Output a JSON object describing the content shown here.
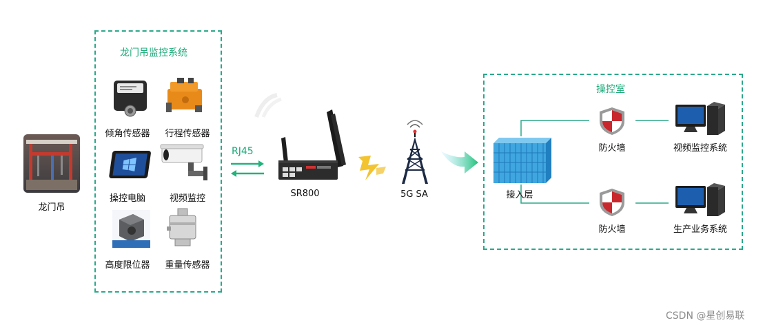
{
  "crane": {
    "label": "龙门吊"
  },
  "monitor_system": {
    "title": "龙门吊监控系统",
    "devices": [
      {
        "label": "倾角传感器",
        "icon": "tilt-sensor-icon"
      },
      {
        "label": "行程传感器",
        "icon": "stroke-sensor-icon"
      },
      {
        "label": "操控电脑",
        "icon": "tablet-icon"
      },
      {
        "label": "视频监控",
        "icon": "camera-icon"
      },
      {
        "label": "高度限位器",
        "icon": "height-limiter-icon"
      },
      {
        "label": "重量传感器",
        "icon": "load-cell-icon"
      }
    ]
  },
  "link": {
    "label": "RJ45"
  },
  "router": {
    "label": "SR800"
  },
  "tower": {
    "label": "5G SA"
  },
  "control_room": {
    "title": "操控室",
    "access_layer": "接入层",
    "firewall_top": "防火墙",
    "firewall_bottom": "防火墙",
    "system_top": "视频监控系统",
    "system_bottom": "生产业务系统"
  },
  "watermark": "CSDN @星创易联",
  "colors": {
    "accent_green": "#19a877",
    "dashed_border": "#2aa88a",
    "arrow_green": "#20b37c",
    "switch_blue": "#3fa6e0",
    "firewall_red": "#c8282d"
  }
}
